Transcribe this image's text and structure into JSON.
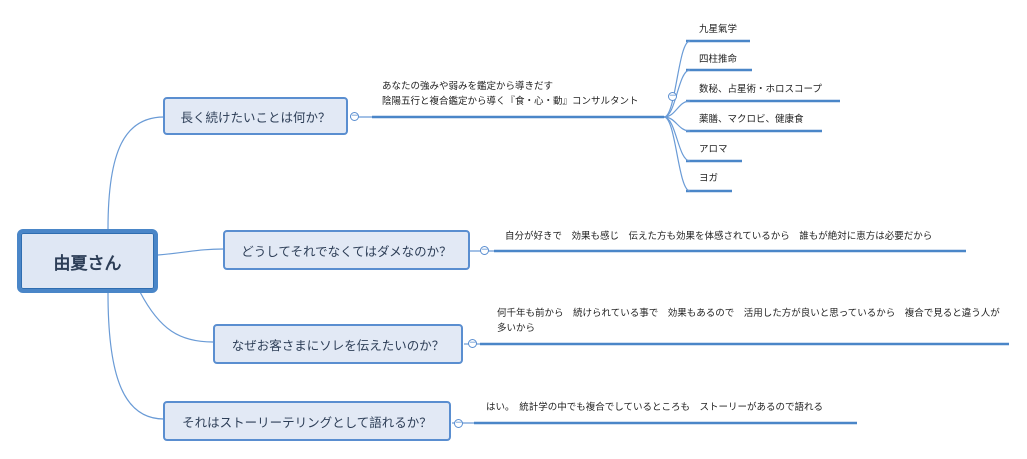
{
  "root": {
    "label": "由夏さん"
  },
  "branches": [
    {
      "question": "長く続けたいことは何か？",
      "answer_lines": [
        "あなたの強みや弱みを鑑定から導きだす",
        "陰陽五行と複合鑑定から導く『食・心・動』コンサルタント"
      ],
      "children": [
        "九星氣学",
        "四柱推命",
        "数秘、占星術・ホロスコープ",
        "薬膳、マクロビ、健康食",
        "アロマ",
        "ヨガ"
      ]
    },
    {
      "question": "どうしてそれでなくてはダメなのか？",
      "answer": "自分が好きで　効果も感じ　伝えた方も効果を体感されているから　誰もが絶対に恵方は必要だから"
    },
    {
      "question": "なぜお客さまにソレを伝えたいのか？",
      "answer": "何千年も前から　続けられている事で　効果もあるので　活用した方が良いと思っているから　複合で見ると違う人が多いから"
    },
    {
      "question": "それはストーリーテリングとして語れるか？",
      "answer": "はい。　統計学の中でも複合でしているところも　ストーリーがあるので語れる"
    }
  ],
  "icons": {
    "collapse": "−"
  },
  "colors": {
    "line": "#4a86c8",
    "node_fill": "#e2e9f5",
    "node_border": "#5a8ed0"
  }
}
